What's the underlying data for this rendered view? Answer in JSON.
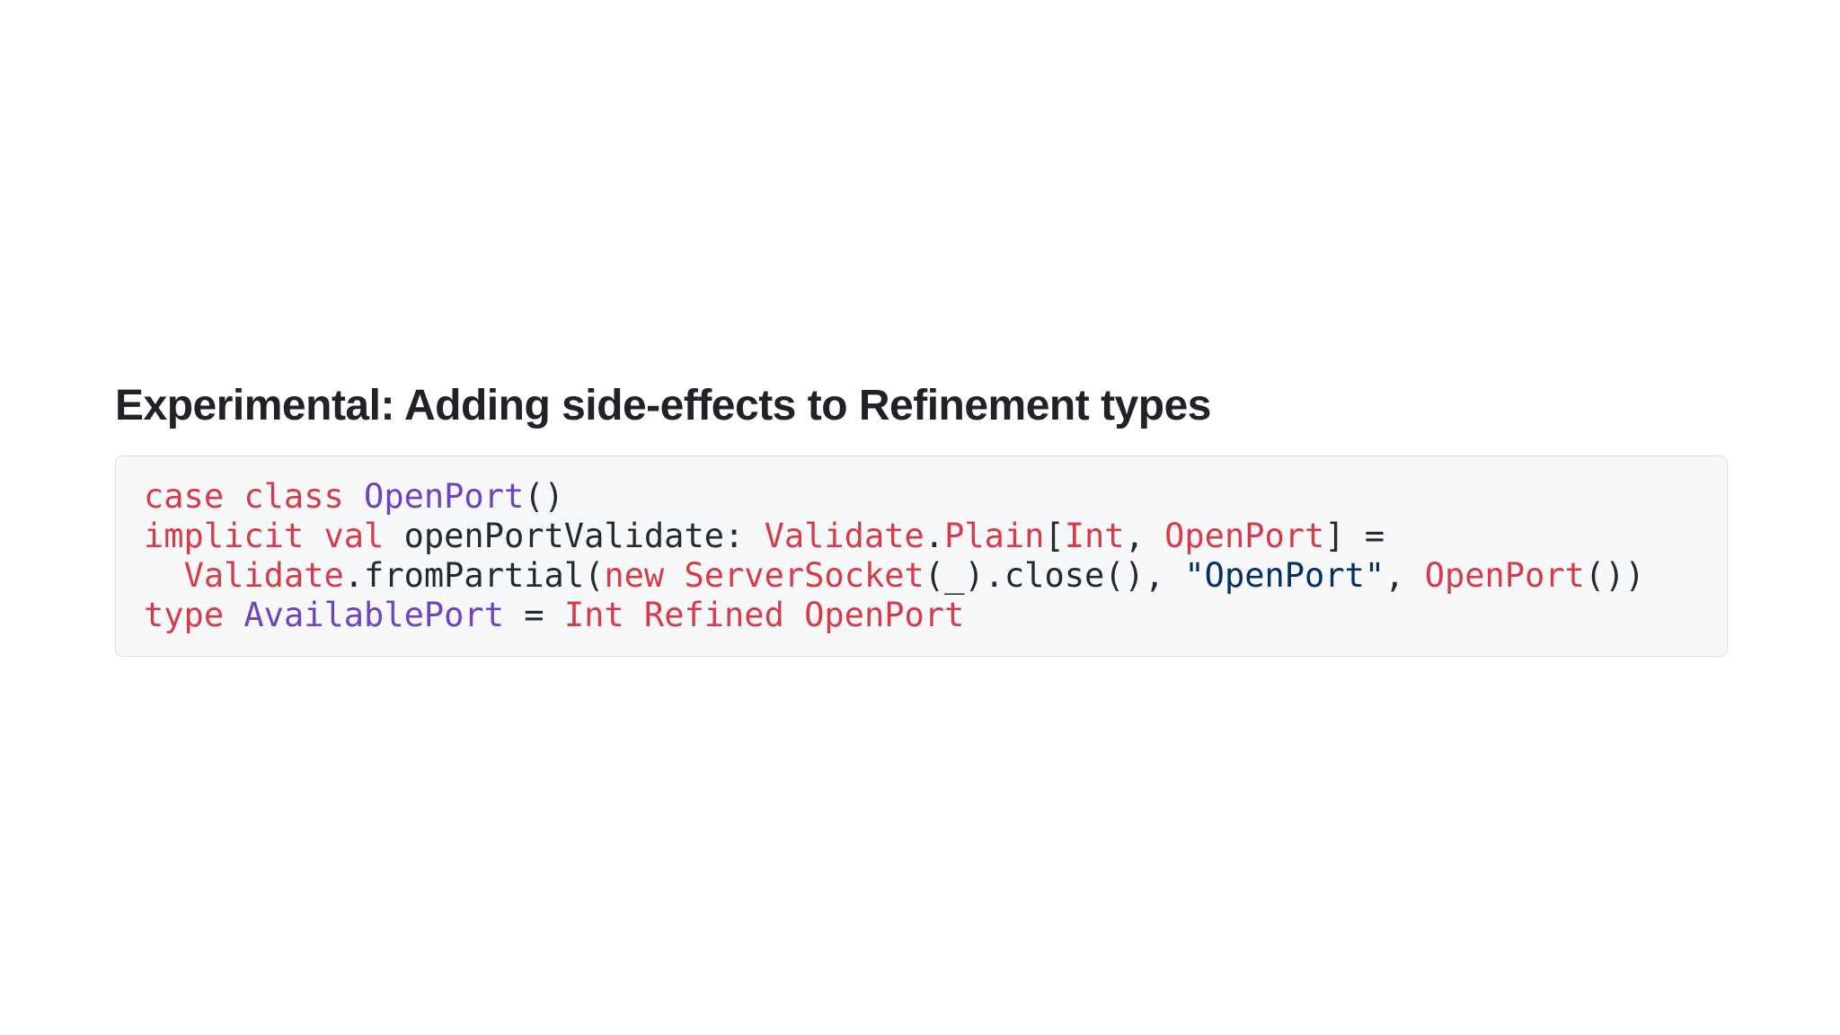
{
  "heading": {
    "text": "Experimental: Adding side-effects to Refinement types"
  },
  "colors": {
    "page_background": "#ffffff",
    "heading_text": "#1f2328",
    "code_background": "#f6f8fa",
    "code_border": "#d8dee4"
  },
  "code": {
    "language": "scala",
    "raw_text": "case class OpenPort()\nimplicit val openPortValidate: Validate.Plain[Int, OpenPort] =\n  Validate.fromPartial(new ServerSocket(_).close(), \"OpenPort\", OpenPort())\ntype AvailablePort = Int Refined OpenPort",
    "palette": {
      "keyword": "#d73a49",
      "entity": "#6f42c1",
      "string": "#032f62",
      "plain": "#24292e"
    },
    "lines": [
      [
        {
          "t": "case class ",
          "c": "keyword"
        },
        {
          "t": "OpenPort",
          "c": "entity"
        },
        {
          "t": "()",
          "c": "plain"
        }
      ],
      [
        {
          "t": "implicit val ",
          "c": "keyword"
        },
        {
          "t": "openPortValidate: ",
          "c": "plain"
        },
        {
          "t": "Validate",
          "c": "keyword"
        },
        {
          "t": ".",
          "c": "plain"
        },
        {
          "t": "Plain",
          "c": "keyword"
        },
        {
          "t": "[",
          "c": "plain"
        },
        {
          "t": "Int",
          "c": "keyword"
        },
        {
          "t": ", ",
          "c": "plain"
        },
        {
          "t": "OpenPort",
          "c": "keyword"
        },
        {
          "t": "] =",
          "c": "plain"
        }
      ],
      [
        {
          "t": "  ",
          "c": "plain"
        },
        {
          "t": "Validate",
          "c": "keyword"
        },
        {
          "t": ".fromPartial(",
          "c": "plain"
        },
        {
          "t": "new ",
          "c": "keyword"
        },
        {
          "t": "ServerSocket",
          "c": "keyword"
        },
        {
          "t": "(_).close(), ",
          "c": "plain"
        },
        {
          "t": "\"OpenPort\"",
          "c": "string"
        },
        {
          "t": ", ",
          "c": "plain"
        },
        {
          "t": "OpenPort",
          "c": "keyword"
        },
        {
          "t": "())",
          "c": "plain"
        }
      ],
      [
        {
          "t": "type ",
          "c": "keyword"
        },
        {
          "t": "AvailablePort",
          "c": "entity"
        },
        {
          "t": " = ",
          "c": "plain"
        },
        {
          "t": "Int Refined OpenPort",
          "c": "keyword"
        }
      ]
    ]
  }
}
